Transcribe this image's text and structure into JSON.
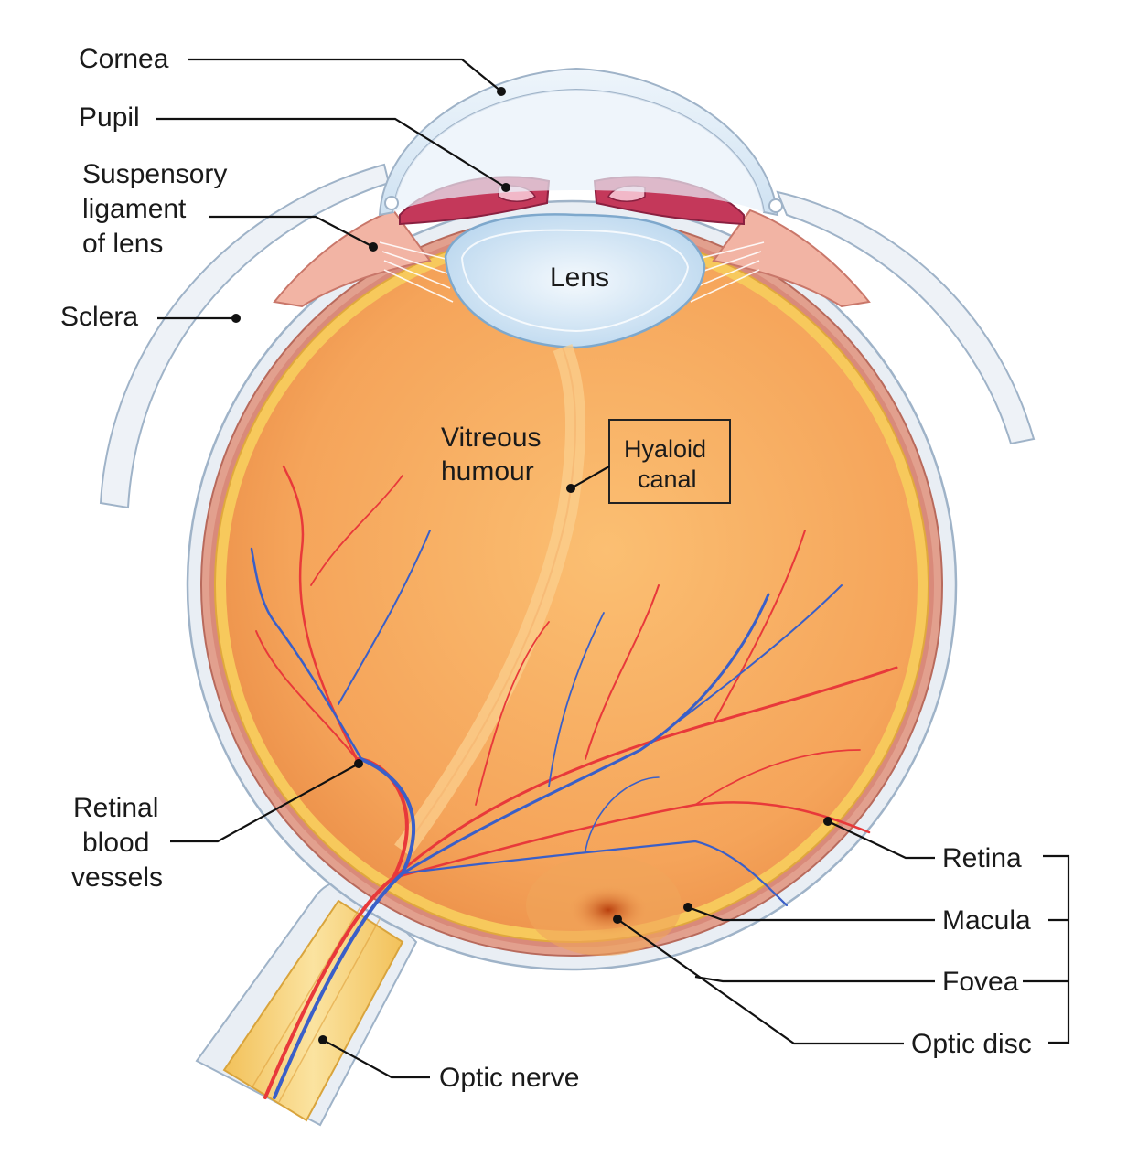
{
  "labels": {
    "cornea": "Cornea",
    "pupil": "Pupil",
    "suspensory": [
      "Suspensory",
      "ligament",
      "of lens"
    ],
    "sclera": "Sclera",
    "lens": "Lens",
    "vitreous": [
      "Vitreous",
      "humour"
    ],
    "hyaloid": [
      "Hyaloid",
      "canal"
    ],
    "retinal_vessels": [
      "Retinal",
      "blood",
      "vessels"
    ],
    "retina": "Retina",
    "macula": "Macula",
    "fovea": "Fovea",
    "optic_disc": "Optic disc",
    "optic_nerve": "Optic nerve"
  },
  "colors": {
    "vitreous": "#f6a65a",
    "sclera": "#e9eef4",
    "cornea": "#dbe9f5",
    "iris": "#c4385a",
    "retina": "#f7c95c",
    "choroid": "#d98a7a",
    "artery": "#e8393a",
    "vein": "#3a5fc8"
  }
}
